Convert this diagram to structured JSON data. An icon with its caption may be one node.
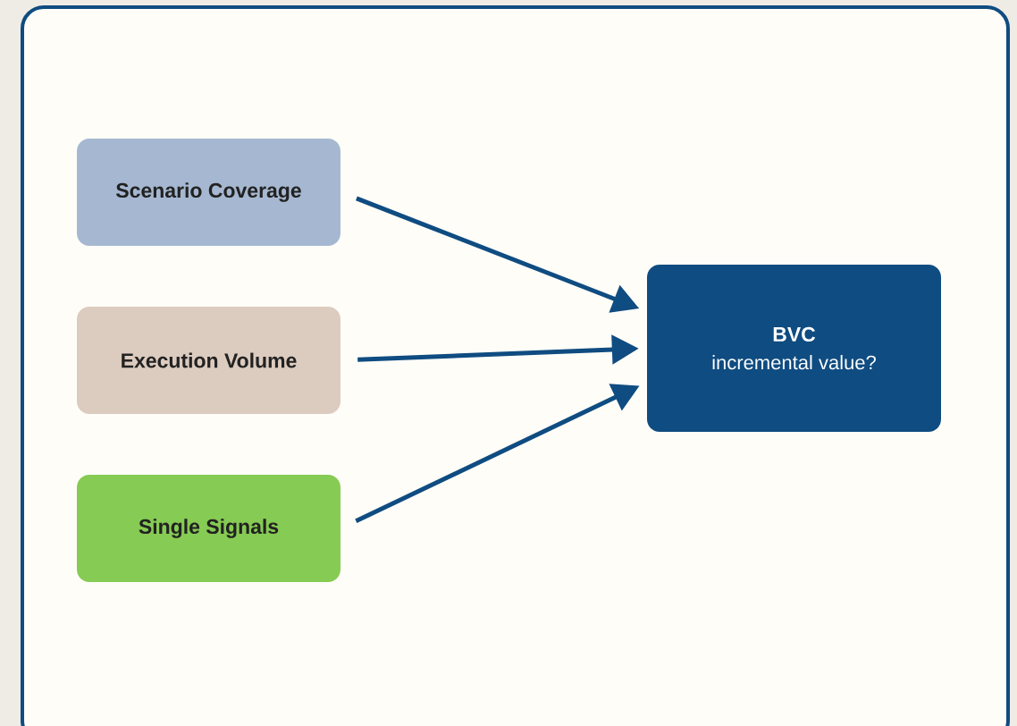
{
  "diagram": {
    "nodes": [
      {
        "text": [
          "Scenario Coverage"
        ]
      },
      {
        "text": [
          "Execution Volume"
        ]
      },
      {
        "text": [
          "Single Signals"
        ]
      },
      {
        "text": [
          "BVC",
          "incremental value?"
        ]
      }
    ],
    "edges": [
      {
        "from": 0,
        "to": 3,
        "arrow": "to"
      },
      {
        "from": 1,
        "to": 3,
        "arrow": "to"
      },
      {
        "from": 2,
        "to": 3,
        "arrow": "to"
      }
    ]
  }
}
